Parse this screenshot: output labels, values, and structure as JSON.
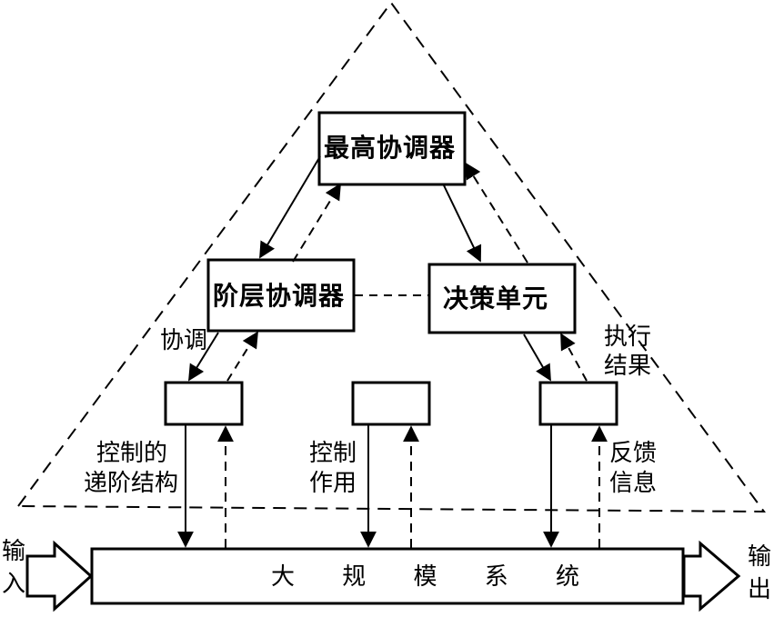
{
  "boxes": {
    "top": "最高协调器",
    "hier": "阶层协调器",
    "decision": "决策单元",
    "system": "大 规 模 系 统"
  },
  "labels": {
    "coord": "协调",
    "exec_line1": "执行",
    "exec_line2": "结果",
    "ctrl_struct_line1": "控制的",
    "ctrl_struct_line2": "递阶结构",
    "ctrl_action_line1": "控制",
    "ctrl_action_line2": "作用",
    "feedback_line1": "反馈",
    "feedback_line2": "信息",
    "input_line1": "输",
    "input_line2": "入",
    "output_line1": "输",
    "output_line2": "出"
  }
}
